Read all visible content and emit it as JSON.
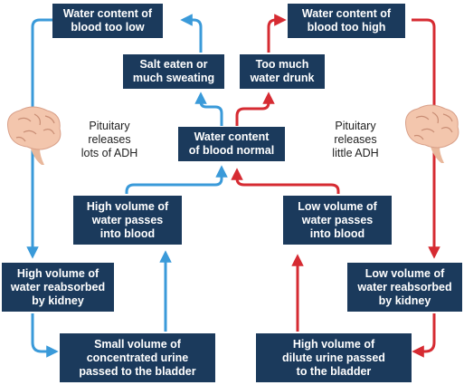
{
  "colors": {
    "box": "#1b3a5c",
    "blue_arrow": "#3a9ad9",
    "red_arrow": "#d62b32",
    "brain": "#f3c6ad"
  },
  "boxes": {
    "water_low": "Water content of\nblood too low",
    "water_high": "Water content of\nblood too high",
    "salt_eaten": "Salt eaten or\nmuch sweating",
    "too_much_water": "Too much\nwater drunk",
    "normal": "Water content\nof blood normal",
    "high_vol_blood": "High volume of\nwater passes\ninto blood",
    "low_vol_blood": "Low volume of\nwater passes\ninto blood",
    "high_reabsorbed": "High volume of\nwater reabsorbed\nby kidney",
    "low_reabsorbed": "Low volume of\nwater reabsorbed\nby kidney",
    "small_urine": "Small volume of\nconcentrated urine\npassed to the bladder",
    "high_urine": "High volume of\ndilute urine passed\nto the bladder"
  },
  "labels": {
    "pituitary_lots": "Pituitary\nreleases\nlots of ADH",
    "pituitary_little": "Pituitary\nreleases\nlittle ADH"
  },
  "icons": [
    "brain-icon-left",
    "brain-icon-right"
  ]
}
